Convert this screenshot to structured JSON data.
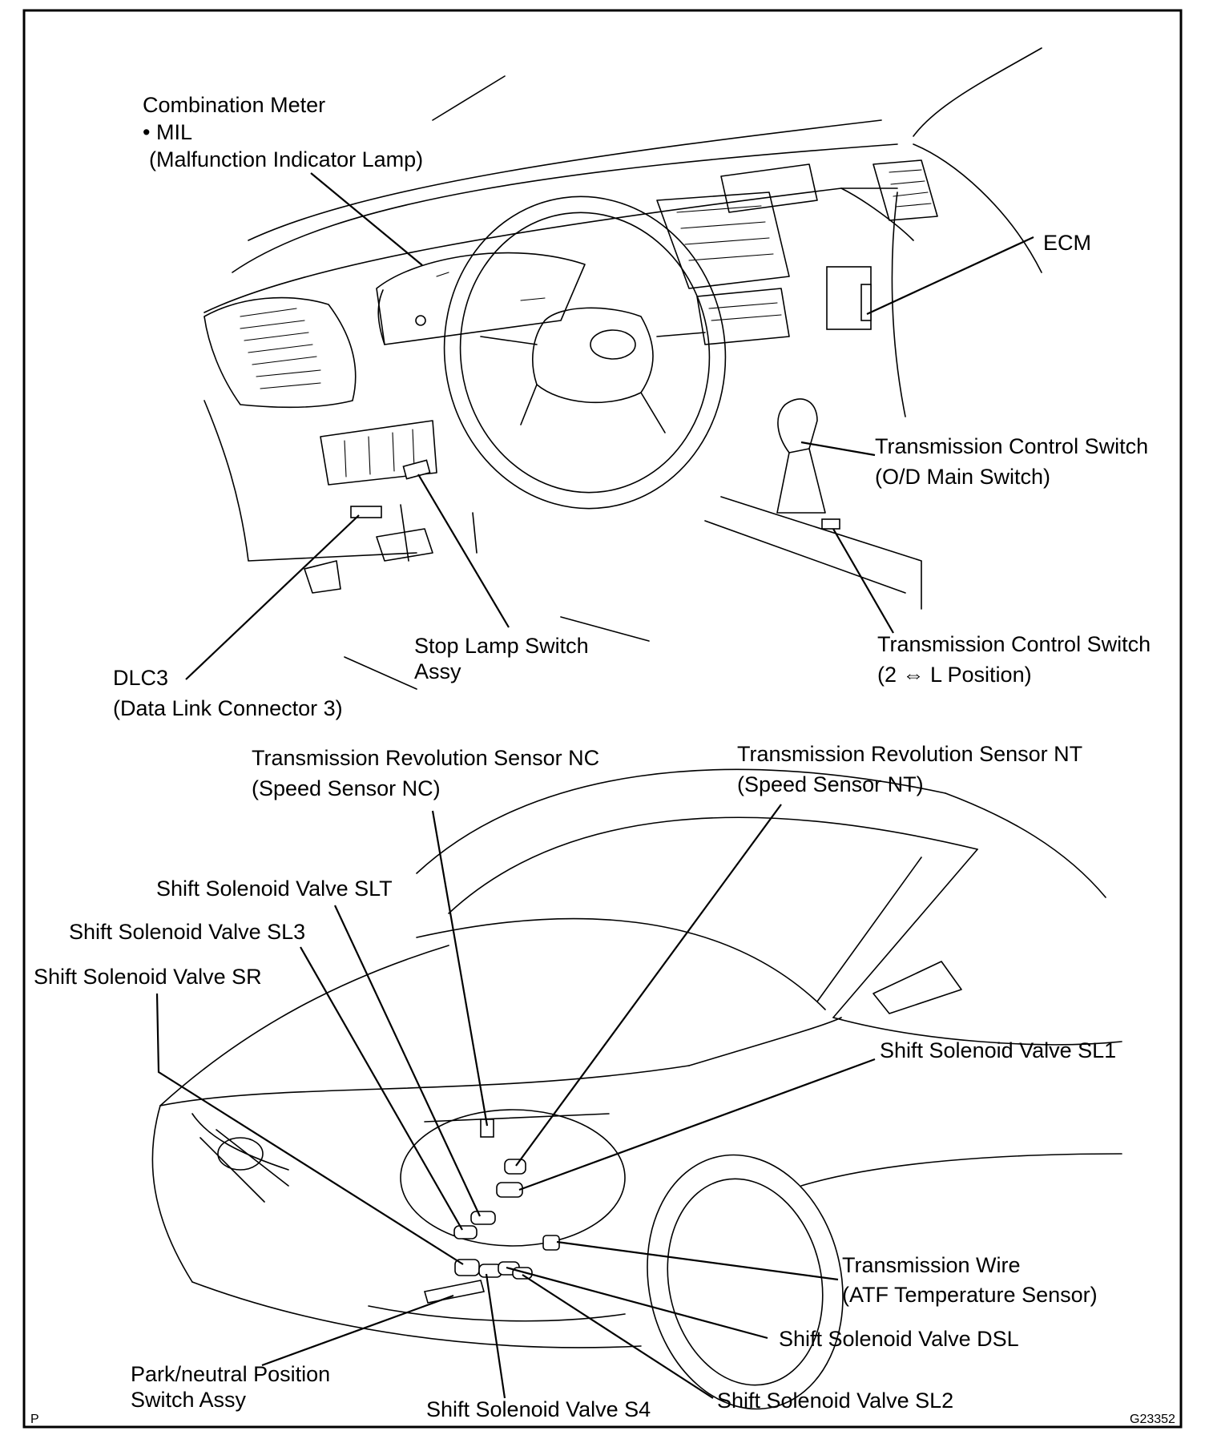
{
  "labels": {
    "combination_meter": [
      "Combination Meter",
      "• MIL",
      "(Malfunction Indicator Lamp)"
    ],
    "ecm": [
      "ECM"
    ],
    "trans_control_switch_od": [
      "Transmission Control Switch",
      "(O/D Main Switch)"
    ],
    "trans_control_switch_2l": [
      "Transmission Control Switch",
      "(2 ⇔ L Position)"
    ],
    "stop_lamp_switch": [
      "Stop Lamp Switch",
      "Assy"
    ],
    "dlc3": [
      "DLC3",
      "(Data Link Connector 3)"
    ],
    "speed_sensor_nc": [
      "Transmission Revolution Sensor NC",
      "(Speed Sensor NC)"
    ],
    "speed_sensor_nt": [
      "Transmission Revolution Sensor NT",
      "(Speed Sensor NT)"
    ],
    "solenoid_slt": [
      "Shift Solenoid Valve SLT"
    ],
    "solenoid_sl3": [
      "Shift Solenoid Valve SL3"
    ],
    "solenoid_sr": [
      "Shift Solenoid Valve SR"
    ],
    "solenoid_sl1": [
      "Shift Solenoid Valve SL1"
    ],
    "transmission_wire": [
      "Transmission Wire",
      "(ATF Temperature Sensor)"
    ],
    "solenoid_dsl": [
      "Shift Solenoid Valve DSL"
    ],
    "park_neutral_switch": [
      "Park/neutral Position",
      "Switch Assy"
    ],
    "solenoid_s4": [
      "Shift Solenoid Valve S4"
    ],
    "solenoid_sl2": [
      "Shift Solenoid Valve SL2"
    ]
  },
  "corner_marks": {
    "page_letter": "P",
    "figure_code": "G23352"
  }
}
